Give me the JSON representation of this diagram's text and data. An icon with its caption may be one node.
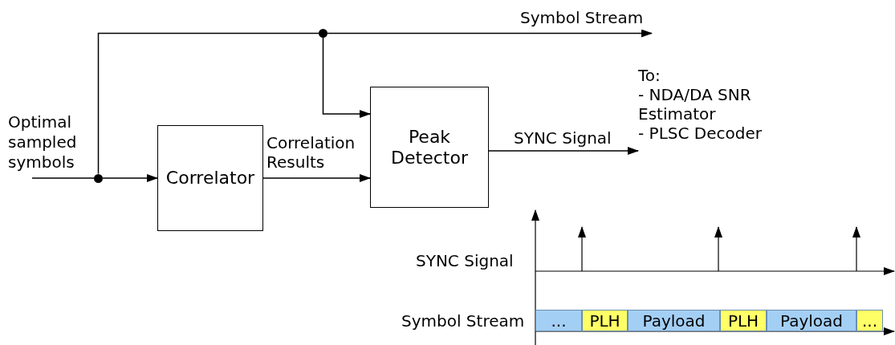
{
  "diagram": {
    "nodes": [
      {
        "text": [
          "Optimal sampled symbols"
        ]
      },
      {
        "text": [],
        "shape": "circle"
      },
      {
        "text": [
          "Correlator"
        ]
      },
      {
        "text": [
          "Peak Detector"
        ]
      },
      {
        "text": [],
        "shape": "circle"
      },
      {
        "text": [
          "To:",
          "- NDA/DA SNR Estimator",
          "- PLSC Decoder"
        ]
      }
    ],
    "edges": [
      {
        "from": 0,
        "to": 1,
        "arrow": "none"
      },
      {
        "from": 1,
        "to": 2,
        "arrow": "to"
      },
      {
        "from": 1,
        "to": 4,
        "arrow": "none"
      },
      {
        "from": 4,
        "to": null,
        "arrow": "to",
        "label": "Symbol Stream"
      },
      {
        "from": 4,
        "to": 3,
        "arrow": "to"
      },
      {
        "from": 2,
        "to": 3,
        "arrow": "to",
        "label": "Correlation Results"
      },
      {
        "from": 3,
        "to": 5,
        "arrow": "to",
        "label": "SYNC Signal"
      }
    ],
    "labels": [
      "SYNC Signal",
      "Symbol Stream",
      "...",
      "PLH",
      "Payload",
      "PLH",
      "Payload",
      "..."
    ]
  }
}
